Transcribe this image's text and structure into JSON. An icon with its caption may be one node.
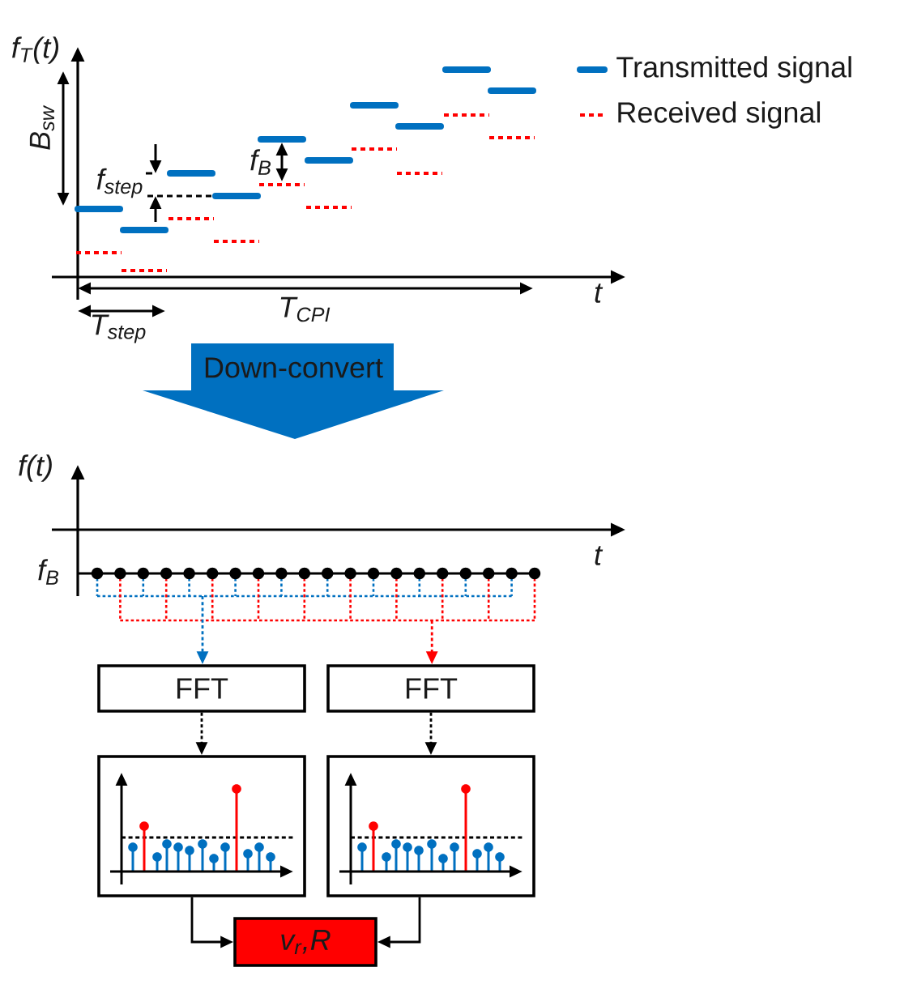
{
  "diagram": {
    "nodes": [
      {
        "text": [
          "Down-convert"
        ]
      },
      {
        "text": [
          "FFT"
        ]
      },
      {
        "text": [
          "FFT"
        ]
      },
      {
        "text": [],
        "shape": "picture"
      },
      {
        "text": [],
        "shape": "picture"
      },
      {
        "text": [
          "v$_{r}$,R"
        ]
      }
    ],
    "edges": [
      {
        "from": null,
        "to": 1,
        "arrow": "to",
        "style": "dashed",
        "color": "#0070c0"
      },
      {
        "from": null,
        "to": 2,
        "arrow": "to",
        "style": "dashed",
        "color": "#ff0000"
      },
      {
        "from": 1,
        "to": 3,
        "arrow": "to",
        "style": "dashed"
      },
      {
        "from": 2,
        "to": 4,
        "arrow": "to",
        "style": "dashed"
      },
      {
        "from": 3,
        "to": 5,
        "arrow": "to"
      },
      {
        "from": 4,
        "to": 5,
        "arrow": "to"
      }
    ],
    "labels": [
      "f$_{T}$(t)",
      "B$_{sw}$",
      "f$_{B}$",
      "f$_{step}$",
      "t",
      "T$_{CPI}$",
      "T$_{step}$",
      "f(t)",
      "t",
      "f$_{B}$"
    ],
    "legend": [
      {
        "text": "Transmitted signal"
      },
      {
        "text": "Received signal"
      }
    ]
  }
}
